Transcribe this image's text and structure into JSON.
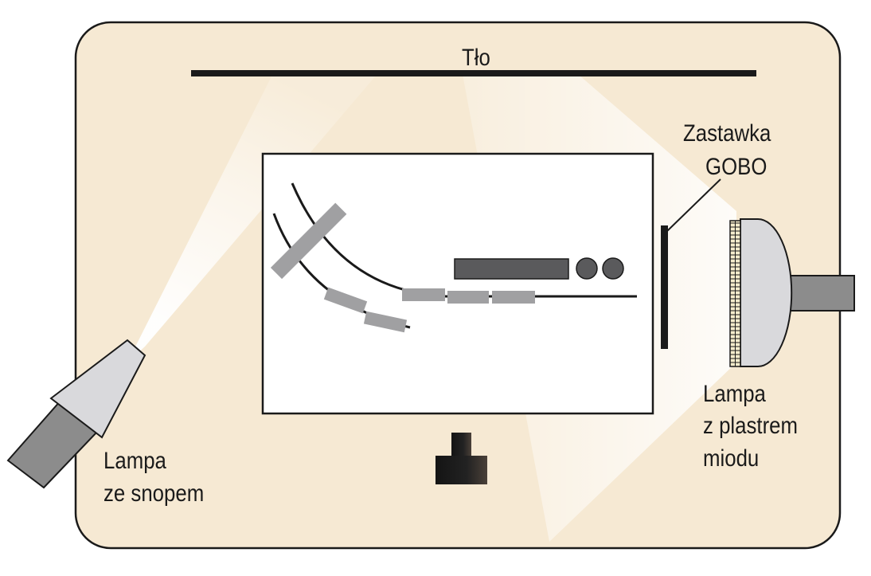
{
  "labels": {
    "background": "Tło",
    "gobo_line1": "Zastawka",
    "gobo_line2": "GOBO",
    "honeycomb_line1": "Lampa",
    "honeycomb_line2": "z plastrem",
    "honeycomb_line3": "miodu",
    "spot_line1": "Lampa",
    "spot_line2": "ze snopem"
  },
  "colors": {
    "room_fill": "#f6e9d3",
    "light_beam": "#ffffff",
    "lamp_body": "#8c8c8c",
    "lamp_head": "#d9d9dc",
    "track": "#1a1a1a",
    "layout_block": "#5a5a5c",
    "track_segment": "#a0a0a2"
  }
}
